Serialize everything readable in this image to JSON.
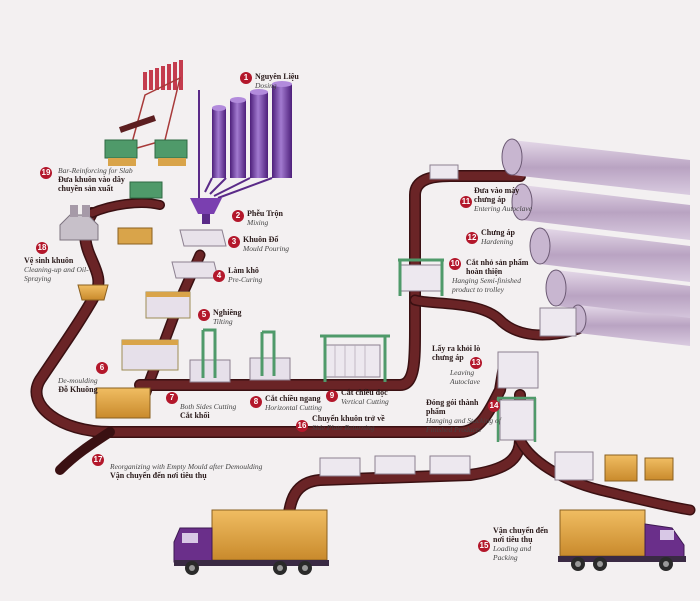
{
  "steps": [
    {
      "num": "1",
      "vn": "Nguyên Liệu",
      "en": "Dosing"
    },
    {
      "num": "2",
      "vn": "Phễu Trộn",
      "en": "Mixing"
    },
    {
      "num": "3",
      "vn": "Khuôn Đổ",
      "en": "Mould Pouring"
    },
    {
      "num": "4",
      "vn": "Làm khô",
      "en": "Pre-Curing"
    },
    {
      "num": "5",
      "vn": "Nghiêng",
      "en": "Tilting"
    },
    {
      "num": "6",
      "vn": "Đỗ Khuông",
      "en": "De-moulding"
    },
    {
      "num": "7",
      "vn": "Cắt khối",
      "en": "Both Sides Cutting"
    },
    {
      "num": "8",
      "vn": "Cắt chiều ngang",
      "en": "Horizontal Cutting"
    },
    {
      "num": "9",
      "vn": "Cắt chiều dọc",
      "en": "Vertical Cutting"
    },
    {
      "num": "10",
      "vn": "Cắt nhỏ sản phẩm hoàn thiện",
      "en": "Hanging Semi-finished product to trolley"
    },
    {
      "num": "11",
      "vn": "Đưa vào máy chưng áp",
      "en": "Entering Autoclave"
    },
    {
      "num": "12",
      "vn": "Chưng áp",
      "en": "Hardening"
    },
    {
      "num": "13",
      "vn": "Lấy ra khỏi lò chưng áp",
      "en": "Leaving Autoclave"
    },
    {
      "num": "14",
      "vn": "Đóng gói thành phẩm",
      "en": "Hanging and Stacking of Finished Products"
    },
    {
      "num": "15",
      "vn": "Vận chuyển đến nơi tiêu thụ",
      "en": "Loading and Packing"
    },
    {
      "num": "16",
      "vn": "Chuyển khuôn trở về",
      "en": "Side Plate Returning"
    },
    {
      "num": "17",
      "vn": "Vận chuyển đến nơi tiêu thụ",
      "en": "Reorganizing with Empty Mould after Demoulding"
    },
    {
      "num": "18",
      "vn": "Vệ sinh khuôn",
      "en": "Cleaning-up and Oil-Spraying"
    },
    {
      "num": "19",
      "vn": "Đưa khuôn vào dây chuyền sản xuất",
      "en": "Bar-Reinforcing for Slab"
    }
  ],
  "colors": {
    "track": "#5c1e20",
    "track_edge": "#3a1012",
    "track_highlight": "#8a4a3e",
    "badge": "#b3172b",
    "mould": "#d9a44a",
    "block": "#e6e0ea",
    "silo": "#7a3fb0",
    "autoclave": "#c9b8cf",
    "truck_cab": "#6a2f8a",
    "truck_box": "#e3a646",
    "frame": "#4f9a6a"
  }
}
